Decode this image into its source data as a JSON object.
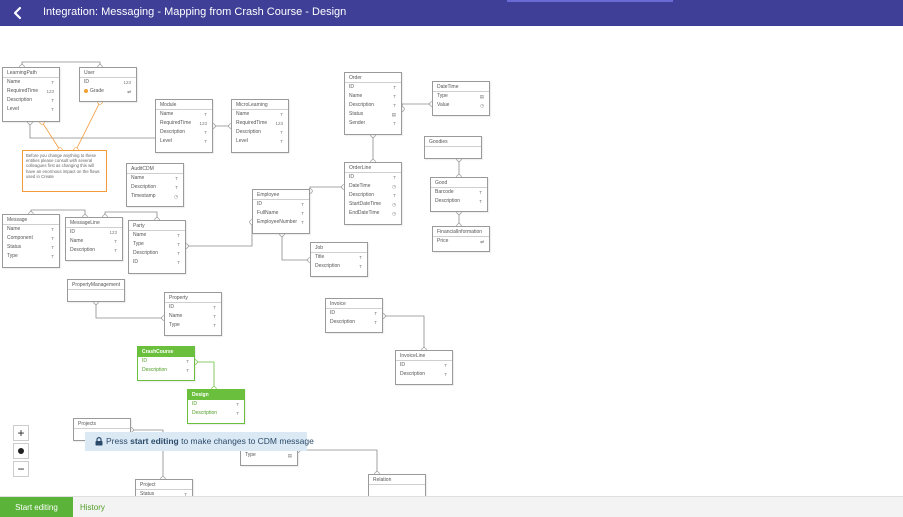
{
  "header": {
    "title": "Integration: Messaging - Mapping from Crash Course - Design",
    "back_icon": "chevron-left-icon"
  },
  "colors": {
    "header_bg": "#3f3f97",
    "accent_green": "#5bb33a",
    "note_border": "#f29a3c",
    "hint_bg": "#dbe9f5"
  },
  "note": {
    "text": "Before you change anything to these entities please consult with several colleagues first as changing this will have an enormous impact on the flows used in Create"
  },
  "entities": [
    {
      "id": "learningpath",
      "title": "LearningPath",
      "fields": [
        {
          "name": "Name",
          "type": "T"
        },
        {
          "name": "RequiredTime",
          "type": "123"
        },
        {
          "name": "Description",
          "type": "T"
        },
        {
          "name": "Level",
          "type": "T"
        }
      ]
    },
    {
      "id": "user",
      "title": "User",
      "fields": [
        {
          "name": "ID",
          "type": "123"
        },
        {
          "name": "Grade",
          "type": "⇄",
          "key": true
        }
      ]
    },
    {
      "id": "module",
      "title": "Module",
      "fields": [
        {
          "name": "Name",
          "type": "T"
        },
        {
          "name": "RequiredTime",
          "type": "123"
        },
        {
          "name": "Description",
          "type": "T"
        },
        {
          "name": "Level",
          "type": "T"
        }
      ]
    },
    {
      "id": "microlearning",
      "title": "MicroLearning",
      "fields": [
        {
          "name": "Name",
          "type": "T"
        },
        {
          "name": "RequiredTime",
          "type": "123"
        },
        {
          "name": "Description",
          "type": "T"
        },
        {
          "name": "Level",
          "type": "T"
        }
      ]
    },
    {
      "id": "order",
      "title": "Order",
      "fields": [
        {
          "name": "ID",
          "type": "T"
        },
        {
          "name": "Name",
          "type": "T"
        },
        {
          "name": "Description",
          "type": "T"
        },
        {
          "name": "Status",
          "type": "▤"
        },
        {
          "name": "Sender",
          "type": "T"
        }
      ]
    },
    {
      "id": "datetime",
      "title": "DateTime",
      "fields": [
        {
          "name": "Type",
          "type": "▤"
        },
        {
          "name": "Value",
          "type": "◷"
        }
      ]
    },
    {
      "id": "goodies",
      "title": "Goodies",
      "fields": []
    },
    {
      "id": "orderline",
      "title": "OrderLine",
      "fields": [
        {
          "name": "ID",
          "type": "T"
        },
        {
          "name": "DateTime",
          "type": "◷"
        },
        {
          "name": "Description",
          "type": "T"
        },
        {
          "name": "StartDateTime",
          "type": "◷"
        },
        {
          "name": "EndDateTime",
          "type": "◷"
        }
      ]
    },
    {
      "id": "auditcdm",
      "title": "AuditCDM",
      "fields": [
        {
          "name": "Name",
          "type": "T"
        },
        {
          "name": "Description",
          "type": "T"
        },
        {
          "name": "Timestamp",
          "type": "◷"
        }
      ]
    },
    {
      "id": "good",
      "title": "Good",
      "fields": [
        {
          "name": "Barcode",
          "type": "T"
        },
        {
          "name": "Description",
          "type": "T"
        }
      ]
    },
    {
      "id": "employee",
      "title": "Employee",
      "fields": [
        {
          "name": "ID",
          "type": "T"
        },
        {
          "name": "FullName",
          "type": "T"
        },
        {
          "name": "EmployeeNumber",
          "type": "T"
        }
      ]
    },
    {
      "id": "financialinformation",
      "title": "FinancialInformation",
      "fields": [
        {
          "name": "Price",
          "type": "⇄"
        }
      ]
    },
    {
      "id": "message",
      "title": "Message",
      "fields": [
        {
          "name": "Name",
          "type": "T"
        },
        {
          "name": "Component",
          "type": "T"
        },
        {
          "name": "Status",
          "type": "T"
        },
        {
          "name": "Type",
          "type": "T"
        }
      ]
    },
    {
      "id": "messageline",
      "title": "MessageLine",
      "fields": [
        {
          "name": "ID",
          "type": "123"
        },
        {
          "name": "Name",
          "type": "T"
        },
        {
          "name": "Description",
          "type": "T"
        }
      ]
    },
    {
      "id": "party",
      "title": "Party",
      "fields": [
        {
          "name": "Name",
          "type": "T"
        },
        {
          "name": "Type",
          "type": "T"
        },
        {
          "name": "Description",
          "type": "T"
        },
        {
          "name": "ID",
          "type": "T"
        }
      ]
    },
    {
      "id": "job",
      "title": "Job",
      "fields": [
        {
          "name": "Title",
          "type": "T"
        },
        {
          "name": "Description",
          "type": "T"
        }
      ]
    },
    {
      "id": "propertymanagement",
      "title": "PropertyManagement",
      "fields": []
    },
    {
      "id": "property",
      "title": "Property",
      "fields": [
        {
          "name": "ID",
          "type": "T"
        },
        {
          "name": "Name",
          "type": "T"
        },
        {
          "name": "Type",
          "type": "T"
        }
      ]
    },
    {
      "id": "invoice",
      "title": "Invoice",
      "fields": [
        {
          "name": "ID",
          "type": "T"
        },
        {
          "name": "Description",
          "type": "T"
        }
      ]
    },
    {
      "id": "crashcourse",
      "title": "CrashCourse",
      "green": true,
      "fields": [
        {
          "name": "ID",
          "type": "T"
        },
        {
          "name": "Description",
          "type": "T"
        }
      ]
    },
    {
      "id": "invoiceline",
      "title": "InvoiceLine",
      "fields": [
        {
          "name": "ID",
          "type": "T"
        },
        {
          "name": "Description",
          "type": "T"
        }
      ]
    },
    {
      "id": "design",
      "title": "Design",
      "green": true,
      "fields": [
        {
          "name": "ID",
          "type": "T"
        },
        {
          "name": "Description",
          "type": "T"
        }
      ]
    },
    {
      "id": "projects",
      "title": "Projects",
      "fields": []
    },
    {
      "id": "contact",
      "title": "Contact",
      "fields": [
        {
          "name": "Type",
          "type": "▤"
        }
      ]
    },
    {
      "id": "relation",
      "title": "Relation",
      "fields": []
    },
    {
      "id": "project",
      "title": "Project",
      "fields": [
        {
          "name": "Status",
          "type": "T"
        }
      ]
    }
  ],
  "zoom": {
    "in_label": "+",
    "out_label": "−",
    "in_icon": "plus-icon",
    "reset_icon": "dot-icon",
    "out_icon": "minus-icon"
  },
  "hint": {
    "prefix": "Press ",
    "bold": "start editing",
    "suffix": " to make changes to CDM message",
    "icon": "lock-icon"
  },
  "footer": {
    "start_editing": "Start editing",
    "history": "History"
  }
}
